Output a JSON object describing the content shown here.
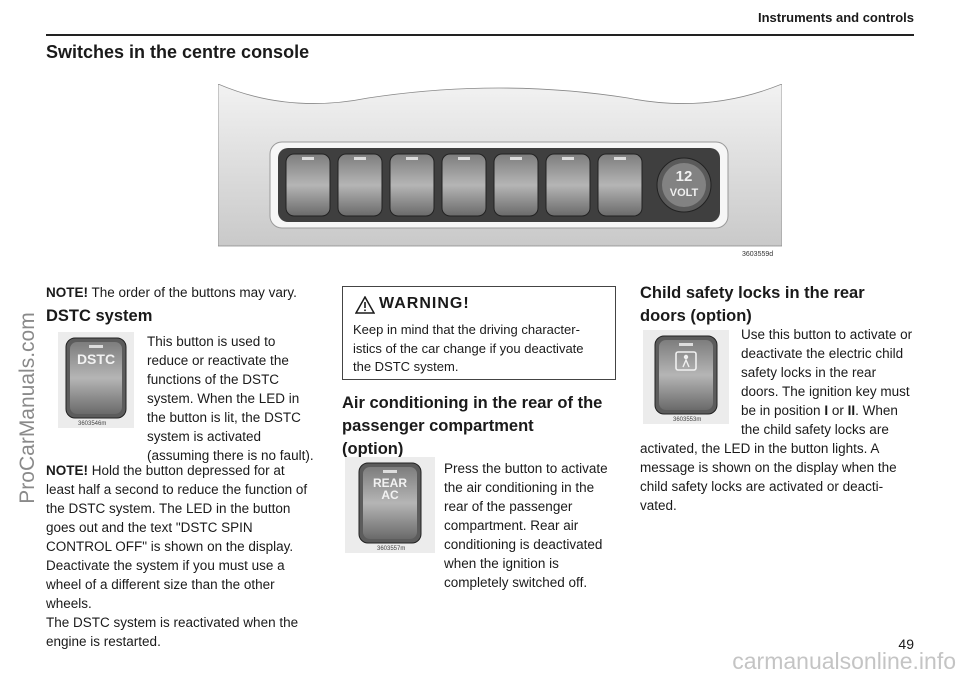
{
  "header": {
    "section": "Instruments and controls"
  },
  "page_title": "Switches in the centre console",
  "side_watermark": "ProCarManuals.com",
  "console": {
    "code": "3603559d",
    "volt_line1": "12",
    "volt_line2": "VOLT"
  },
  "col1": {
    "note1_label": "NOTE!",
    "note1_text": " The order of the buttons may vary.",
    "heading": "DSTC system",
    "button_label": "DSTC",
    "image_code": "3603546m",
    "lines": [
      "This button is used to",
      "reduce or reactivate the",
      "functions of the DSTC",
      "system. When the LED in",
      "the button is lit, the DSTC",
      "system is activated",
      "(assuming there is no fault)."
    ],
    "note2_label": "NOTE!",
    "note2_first": " Hold the button depressed for at",
    "note2_lines": [
      "least half a second to reduce the function of",
      "the DSTC system. The LED in the button",
      "goes out and the text \"DSTC SPIN",
      "CONTROL OFF\" is shown on the display.",
      "Deactivate the system if you must use a",
      "wheel of a different size than the other",
      "wheels.",
      "The DSTC system is reactivated when the",
      "engine is restarted."
    ]
  },
  "col2": {
    "warning_title": "WARNING!",
    "warning_lines": [
      "Keep in mind that the driving character-",
      "istics of the car change if you deactivate",
      "the DSTC system."
    ],
    "heading_lines": [
      "Air conditioning in the rear of the",
      "passenger compartment",
      "(option)"
    ],
    "button_line1": "REAR",
    "button_line2": "AC",
    "image_code": "3603557m",
    "lines": [
      "Press the button to activate",
      "the air conditioning in the",
      "rear of the passenger",
      "compartment. Rear air",
      "conditioning is deactivated",
      "when the ignition is",
      "completely switched off."
    ]
  },
  "col3": {
    "heading_lines": [
      "Child safety locks in the rear",
      "doors (option)"
    ],
    "image_code": "3603553m",
    "lines": [
      "Use this button to activate or",
      "deactivate the electric child",
      "safety locks in the rear",
      "doors. The ignition key must"
    ],
    "line5_a": "be in position ",
    "pos1": "I",
    "line5_b": " or ",
    "pos2": "II",
    "line5_c": ". When",
    "line6": "the child safety locks are",
    "wide_lines": [
      "activated, the LED in the button lights. A",
      "message is shown on the display when the",
      "child safety locks are activated or deacti-",
      "vated."
    ]
  },
  "page_number": "49",
  "footer": {
    "watermark": "carmanualsonline.info"
  }
}
